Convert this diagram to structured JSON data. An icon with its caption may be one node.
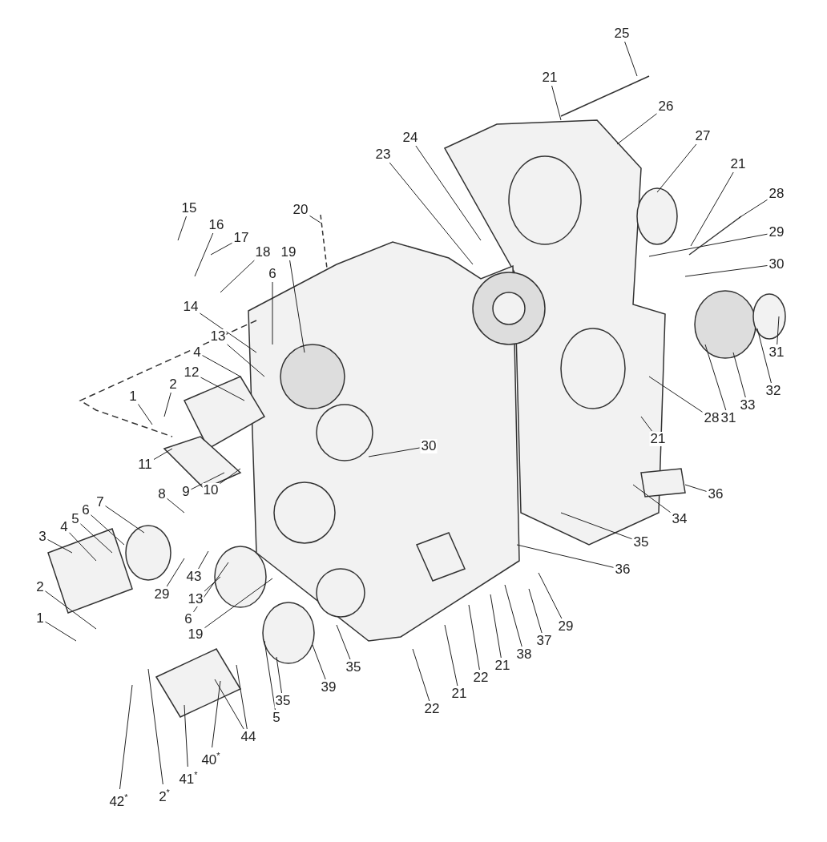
{
  "diagram": {
    "nodes": [
      {
        "text": [
          "25"
        ]
      },
      {
        "text": [
          "21"
        ]
      },
      {
        "text": [
          "26"
        ]
      },
      {
        "text": [
          "24"
        ]
      },
      {
        "text": [
          "27"
        ]
      },
      {
        "text": [
          "23"
        ]
      },
      {
        "text": [
          "21"
        ]
      },
      {
        "text": [
          "28"
        ]
      },
      {
        "text": [
          "20"
        ]
      },
      {
        "text": [
          "15"
        ]
      },
      {
        "text": [
          "16"
        ]
      },
      {
        "text": [
          "17"
        ]
      },
      {
        "text": [
          "29"
        ]
      },
      {
        "text": [
          "18"
        ]
      },
      {
        "text": [
          "19"
        ]
      },
      {
        "text": [
          "30"
        ]
      },
      {
        "text": [
          "6"
        ]
      },
      {
        "text": [
          "14"
        ]
      },
      {
        "text": [
          "13"
        ]
      },
      {
        "text": [
          "4"
        ]
      },
      {
        "text": [
          "12"
        ]
      },
      {
        "text": [
          "31"
        ]
      },
      {
        "text": [
          "2"
        ]
      },
      {
        "text": [
          "32"
        ]
      },
      {
        "text": [
          "1"
        ]
      },
      {
        "text": [
          "33"
        ]
      },
      {
        "text": [
          "31"
        ]
      },
      {
        "text": [
          "28"
        ]
      },
      {
        "text": [
          "21"
        ]
      },
      {
        "text": [
          "30"
        ]
      },
      {
        "text": [
          "11"
        ]
      },
      {
        "text": [
          "8"
        ]
      },
      {
        "text": [
          "9"
        ]
      },
      {
        "text": [
          "10"
        ]
      },
      {
        "text": [
          "36"
        ]
      },
      {
        "text": [
          "7"
        ]
      },
      {
        "text": [
          "6"
        ]
      },
      {
        "text": [
          "5"
        ]
      },
      {
        "text": [
          "34"
        ]
      },
      {
        "text": [
          "4"
        ]
      },
      {
        "text": [
          "3"
        ]
      },
      {
        "text": [
          "35"
        ]
      },
      {
        "text": [
          "36"
        ]
      },
      {
        "text": [
          "43"
        ]
      },
      {
        "text": [
          "2"
        ]
      },
      {
        "text": [
          "29"
        ]
      },
      {
        "text": [
          "13"
        ]
      },
      {
        "text": [
          "1"
        ]
      },
      {
        "text": [
          "6"
        ]
      },
      {
        "text": [
          "29"
        ]
      },
      {
        "text": [
          "19"
        ]
      },
      {
        "text": [
          "37"
        ]
      },
      {
        "text": [
          "38"
        ]
      },
      {
        "text": [
          "21"
        ]
      },
      {
        "text": [
          "35"
        ]
      },
      {
        "text": [
          "22"
        ]
      },
      {
        "text": [
          "39"
        ]
      },
      {
        "text": [
          "21"
        ]
      },
      {
        "text": [
          "35"
        ]
      },
      {
        "text": [
          "22"
        ]
      },
      {
        "text": [
          "5"
        ]
      },
      {
        "text": [
          "44"
        ]
      },
      {
        "text": [
          "40$^{*}$"
        ]
      },
      {
        "text": [
          "41$^{*}$"
        ]
      },
      {
        "text": [
          "2$^{*}$"
        ]
      },
      {
        "text": [
          "42$^{*}$"
        ]
      }
    ],
    "edges": [
      {
        "from": 0,
        "to": null,
        "arrow": "none"
      },
      {
        "from": 1,
        "to": null,
        "arrow": "none"
      },
      {
        "from": 2,
        "to": null,
        "arrow": "none"
      },
      {
        "from": 3,
        "to": null,
        "arrow": "none"
      },
      {
        "from": 4,
        "to": null,
        "arrow": "none"
      },
      {
        "from": 5,
        "to": null,
        "arrow": "none"
      },
      {
        "from": 6,
        "to": null,
        "arrow": "none"
      },
      {
        "from": 7,
        "to": null,
        "arrow": "none"
      },
      {
        "from": 8,
        "to": null,
        "arrow": "none"
      },
      {
        "from": 9,
        "to": null,
        "arrow": "none"
      },
      {
        "from": 10,
        "to": null,
        "arrow": "none"
      },
      {
        "from": 11,
        "to": null,
        "arrow": "none"
      },
      {
        "from": 12,
        "to": null,
        "arrow": "none"
      },
      {
        "from": 13,
        "to": null,
        "arrow": "none"
      },
      {
        "from": 14,
        "to": null,
        "arrow": "none"
      },
      {
        "from": 15,
        "to": null,
        "arrow": "none"
      },
      {
        "from": 16,
        "to": null,
        "arrow": "none"
      },
      {
        "from": 17,
        "to": null,
        "arrow": "none"
      },
      {
        "from": 18,
        "to": null,
        "arrow": "none"
      },
      {
        "from": 19,
        "to": null,
        "arrow": "none"
      },
      {
        "from": 20,
        "to": null,
        "arrow": "none"
      },
      {
        "from": 21,
        "to": null,
        "arrow": "none"
      },
      {
        "from": 22,
        "to": null,
        "arrow": "none"
      },
      {
        "from": 23,
        "to": null,
        "arrow": "none"
      },
      {
        "from": 24,
        "to": null,
        "arrow": "none"
      },
      {
        "from": 25,
        "to": null,
        "arrow": "none"
      },
      {
        "from": 26,
        "to": null,
        "arrow": "none"
      },
      {
        "from": 27,
        "to": null,
        "arrow": "none"
      },
      {
        "from": 28,
        "to": null,
        "arrow": "none"
      },
      {
        "from": 29,
        "to": null,
        "arrow": "none"
      },
      {
        "from": 30,
        "to": null,
        "arrow": "none"
      },
      {
        "from": 31,
        "to": null,
        "arrow": "none"
      },
      {
        "from": 32,
        "to": null,
        "arrow": "none"
      },
      {
        "from": 33,
        "to": null,
        "arrow": "none"
      },
      {
        "from": 34,
        "to": null,
        "arrow": "none"
      },
      {
        "from": 35,
        "to": null,
        "arrow": "none"
      },
      {
        "from": 36,
        "to": null,
        "arrow": "none"
      },
      {
        "from": 37,
        "to": null,
        "arrow": "none"
      },
      {
        "from": 38,
        "to": null,
        "arrow": "none"
      },
      {
        "from": 39,
        "to": null,
        "arrow": "none"
      },
      {
        "from": 40,
        "to": null,
        "arrow": "none"
      },
      {
        "from": 41,
        "to": null,
        "arrow": "none"
      },
      {
        "from": 42,
        "to": null,
        "arrow": "none"
      },
      {
        "from": 43,
        "to": null,
        "arrow": "none"
      },
      {
        "from": 44,
        "to": null,
        "arrow": "none"
      },
      {
        "from": 45,
        "to": null,
        "arrow": "none"
      },
      {
        "from": 46,
        "to": null,
        "arrow": "none"
      },
      {
        "from": 47,
        "to": null,
        "arrow": "none"
      },
      {
        "from": 48,
        "to": null,
        "arrow": "none"
      },
      {
        "from": 49,
        "to": null,
        "arrow": "none"
      },
      {
        "from": 50,
        "to": null,
        "arrow": "none"
      },
      {
        "from": 51,
        "to": null,
        "arrow": "none"
      },
      {
        "from": 52,
        "to": null,
        "arrow": "none"
      },
      {
        "from": 53,
        "to": null,
        "arrow": "none"
      },
      {
        "from": 54,
        "to": null,
        "arrow": "none"
      },
      {
        "from": 55,
        "to": null,
        "arrow": "none"
      },
      {
        "from": 56,
        "to": null,
        "arrow": "none"
      },
      {
        "from": 57,
        "to": null,
        "arrow": "none"
      },
      {
        "from": 58,
        "to": null,
        "arrow": "none"
      },
      {
        "from": 59,
        "to": null,
        "arrow": "none"
      },
      {
        "from": 60,
        "to": null,
        "arrow": "none"
      },
      {
        "from": 61,
        "to": null,
        "arrow": "none"
      },
      {
        "from": 61,
        "to": null,
        "arrow": "none"
      },
      {
        "from": 62,
        "to": null,
        "arrow": "none"
      },
      {
        "from": 63,
        "to": null,
        "arrow": "none"
      },
      {
        "from": 64,
        "to": null,
        "arrow": "none"
      },
      {
        "from": 65,
        "to": null,
        "arrow": "none"
      }
    ]
  }
}
